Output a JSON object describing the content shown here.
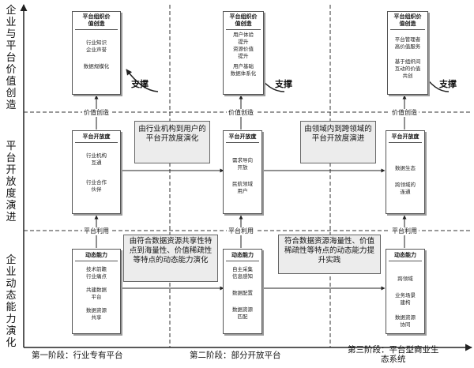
{
  "rows": {
    "row1": "企业与平台价值创造",
    "row2": "平台开放度演进",
    "row3": "企业动态能力演化"
  },
  "stages": {
    "s1": "第一阶段：行业专有平台",
    "s2": "第二阶段：部分开放平台",
    "s3_line1": "第三阶段：平台型商业生",
    "s3_line2": "态系统"
  },
  "connectors": {
    "value_creation": "价值创造",
    "platform_use": "平台利用",
    "support": "支撑"
  },
  "boxes": {
    "p1_value": {
      "title_l1": "平台组织价",
      "title_l2": "值创造",
      "items": [
        "行业知识",
        "企业声誉",
        "数据规模化"
      ]
    },
    "p2_value": {
      "title_l1": "平台组织价",
      "title_l2": "值创造",
      "items": [
        "用户体验",
        "提升",
        "资源价值",
        "提升",
        "用户基础",
        "数据体系化"
      ]
    },
    "p3_value": {
      "title_l1": "平台组织价",
      "title_l2": "值创造",
      "items": [
        "平台管理者",
        "高价值服务",
        "基于组织间",
        "互动的价值",
        "共创"
      ]
    },
    "p1_open": {
      "title": "平台开放度",
      "items": [
        "行业机构",
        "互通",
        "行业合作",
        "伙伴"
      ]
    },
    "p2_open": {
      "title": "平台开放度",
      "items": [
        "需求导向",
        "开放",
        "民航领域",
        "用户"
      ]
    },
    "p3_open": {
      "title": "平台开放度",
      "items": [
        "数据生态",
        "跨领域的",
        "连通"
      ]
    },
    "p1_dyn": {
      "title": "动态能力",
      "items": [
        "技术前瞻",
        "行业痛点",
        "共建数据",
        "平台",
        "数据资源",
        "共享"
      ]
    },
    "p2_dyn": {
      "title": "动态能力",
      "items": [
        "自主采集",
        "信息感知",
        "数据配置",
        "数据资源",
        "匹配"
      ]
    },
    "p3_dyn": {
      "title": "动态能力",
      "items": [
        "跨领域",
        "业务场景",
        "建构",
        "数据资源",
        "协同"
      ]
    }
  },
  "callouts": {
    "c_open_1": "由行业机构到用户的平台开放度演化",
    "c_open_2": "由领域内到跨领域的平台开放度演进",
    "c_dyn_1": "由符合数据资源共享性特点到海量性、价值稀疏性等特点的动态能力演化",
    "c_dyn_2": "符合数据资源海量性、价值稀疏性等特点的动态能力提升实践"
  }
}
